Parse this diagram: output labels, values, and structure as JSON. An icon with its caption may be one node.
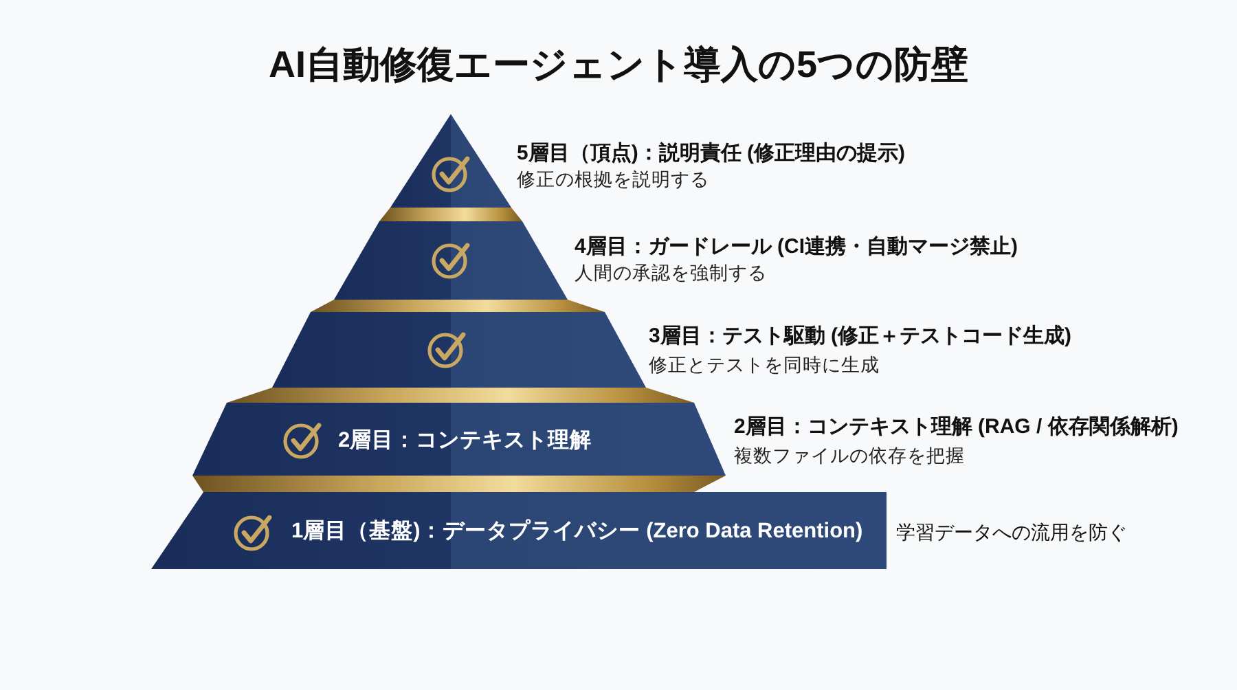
{
  "diagram": {
    "title": "AI自動修復エージェント導入の5つの防壁",
    "nodes": [
      {
        "text": [],
        "shape": "triangle",
        "beside": [
          "5層目（頂点)：説明責任 (修正理由の提示)",
          "修正の根拠を説明する"
        ]
      },
      {
        "text": [],
        "shape": "trapezoid",
        "beside": [
          "4層目：ガードレール (CI連携・自動マージ禁止)",
          "人間の承認を強制する"
        ]
      },
      {
        "text": [],
        "shape": "trapezoid",
        "beside": [
          "3層目：テスト駆動 (修正＋テストコード生成)",
          "修正とテストを同時に生成"
        ]
      },
      {
        "text": [
          "2層目：コンテキスト理解"
        ],
        "beside": [
          "2層目：コンテキスト理解 (RAG / 依存関係解析)",
          "複数ファイルの依存を把握"
        ]
      },
      {
        "text": [
          "1層目（基盤)：データプライバシー (Zero Data Retention)"
        ],
        "beside": [
          "学習データへの流用を防ぐ"
        ]
      }
    ]
  }
}
